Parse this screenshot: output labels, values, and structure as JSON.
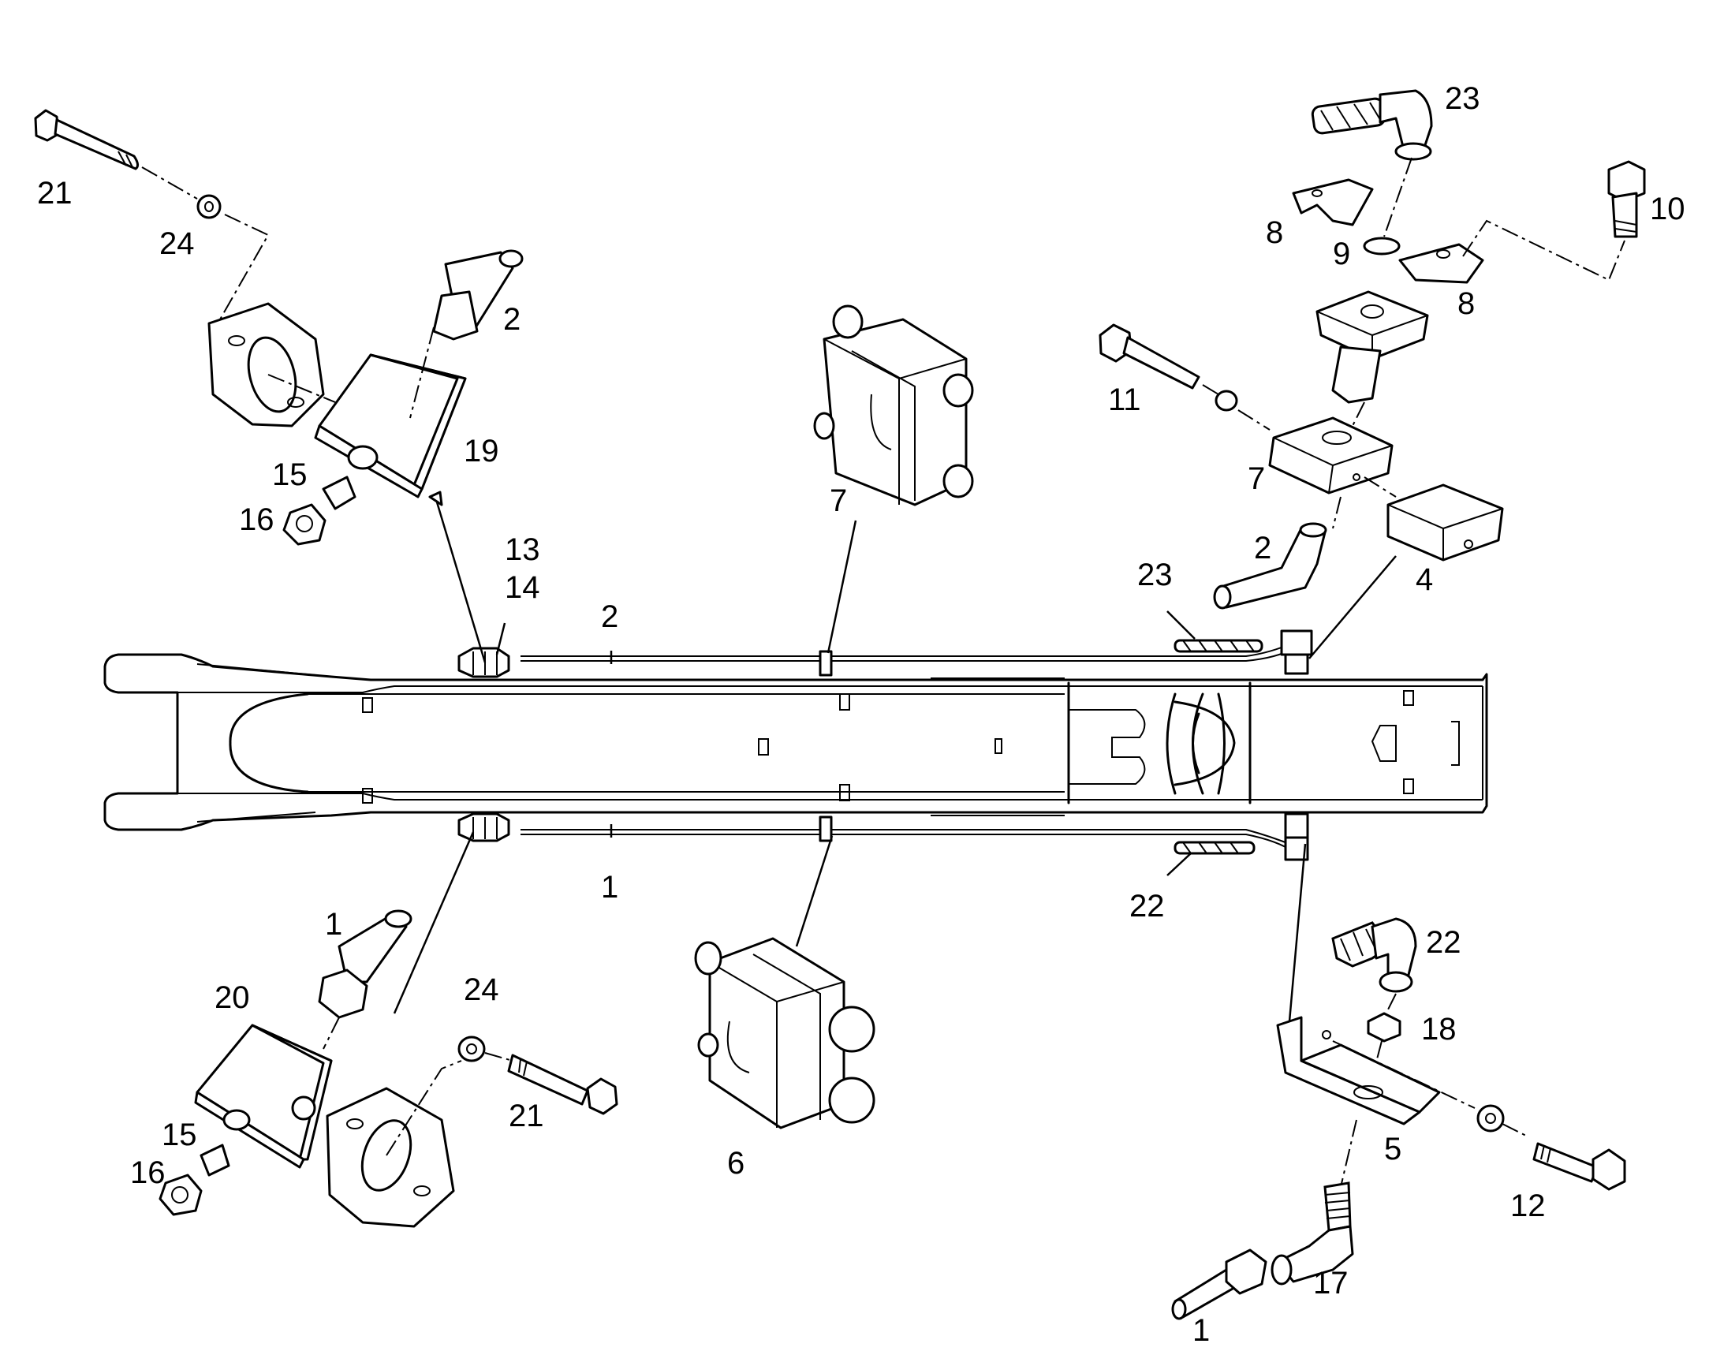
{
  "callouts": {
    "c21a": "21",
    "c24a": "24",
    "c2a": "2",
    "c19": "19",
    "c15a": "15",
    "c16a": "16",
    "c13": "13",
    "c14": "14",
    "c2b": "2",
    "c7a": "7",
    "c23a": "23",
    "c10": "10",
    "c8a": "8",
    "c9": "9",
    "c8b": "8",
    "c11": "11",
    "c7b": "7",
    "c2c": "2",
    "c4": "4",
    "c23b": "23",
    "c1a": "1",
    "c22a": "22",
    "c1b": "1",
    "c20": "20",
    "c24b": "24",
    "c15b": "15",
    "c16b": "16",
    "c21b": "21",
    "c6": "6",
    "c22b": "22",
    "c18": "18",
    "c5": "5",
    "c12": "12",
    "c17": "17",
    "c1c": "1"
  }
}
